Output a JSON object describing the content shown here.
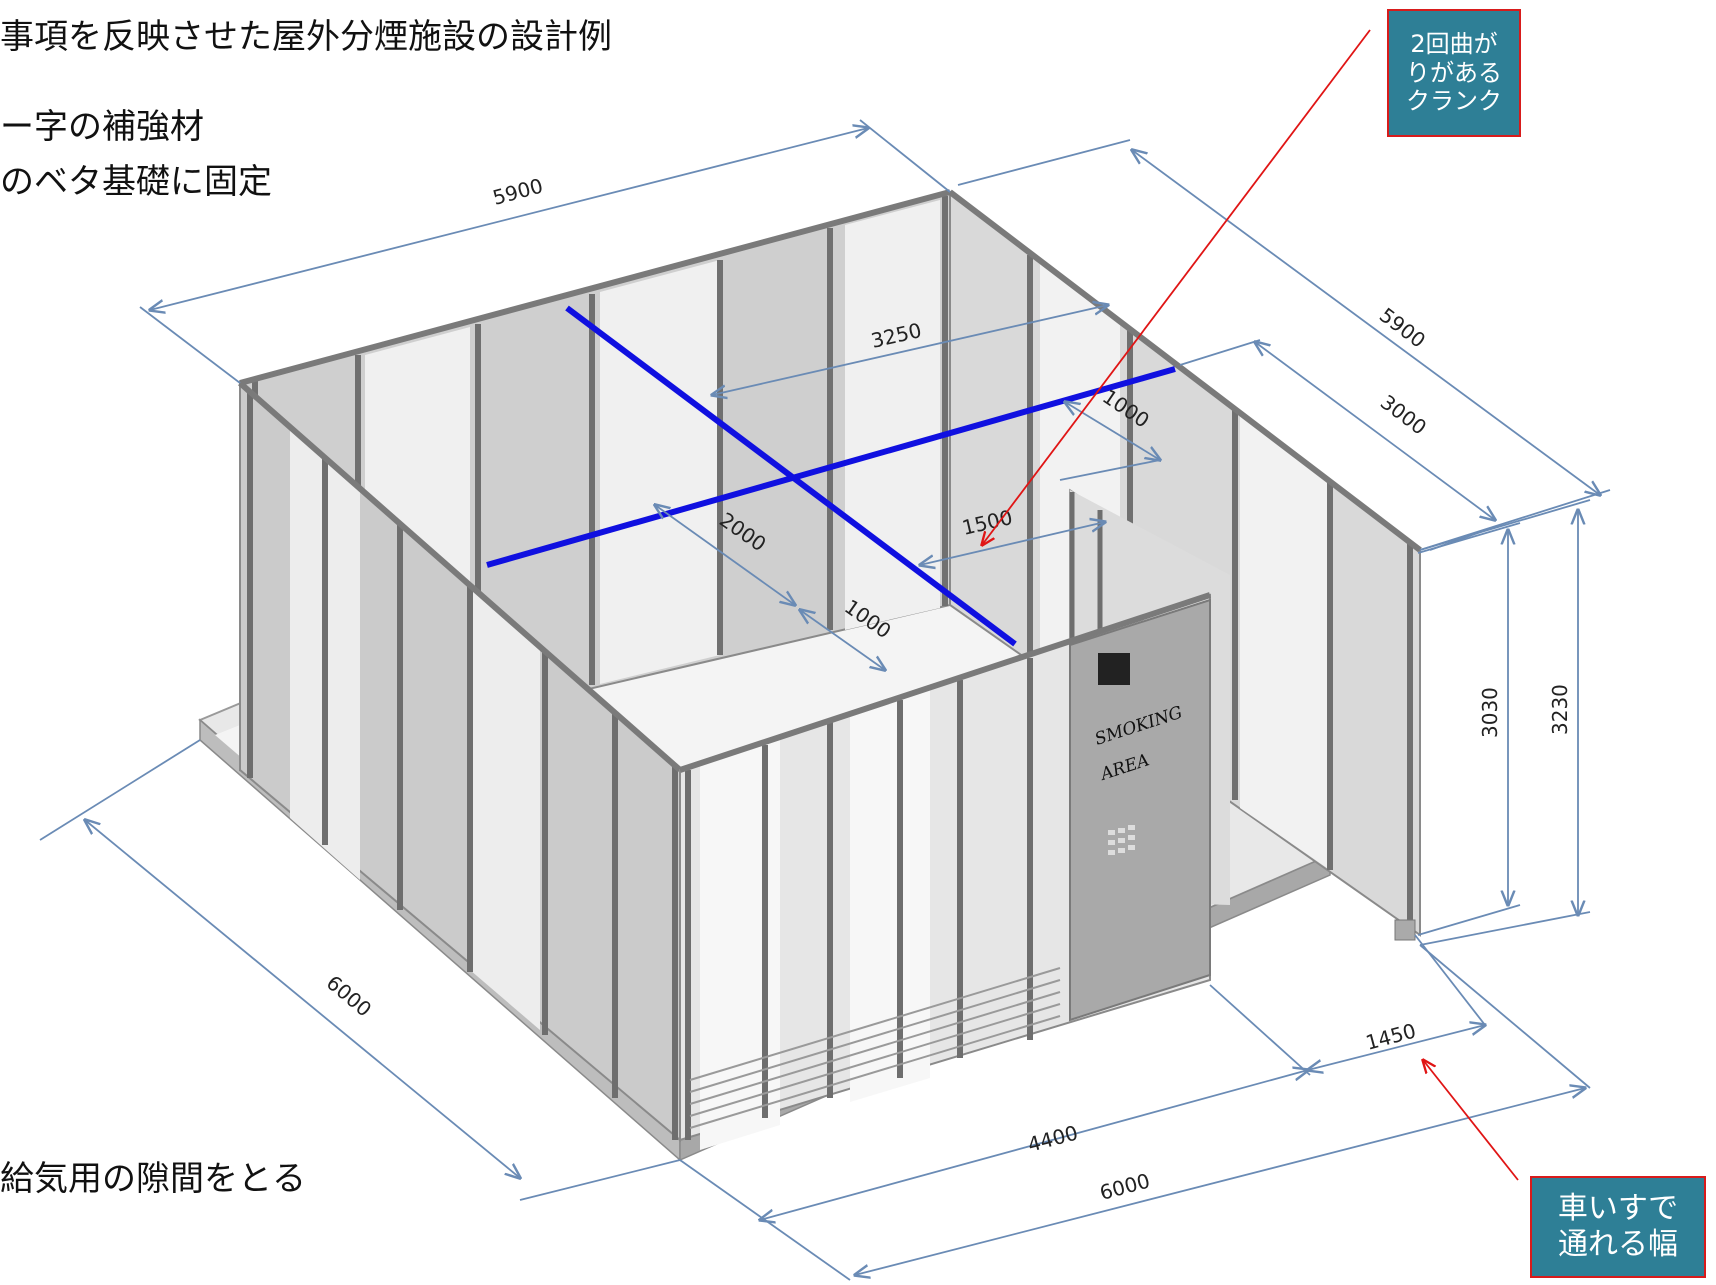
{
  "texts": {
    "heading": "事項を反映させた屋外分煙施設の設計例",
    "note_reinforcement": "ー字の補強材",
    "note_foundation": "のベタ基礎に固定",
    "note_gap": "給気用の隙間をとる"
  },
  "callouts": {
    "crank": "2回曲が\nりがある\nクランク",
    "wheelchair": "車いすで\n通れる幅"
  },
  "dimensions": {
    "top_width": "5900",
    "right_depth": "5900",
    "inner_3250": "3250",
    "right_3000": "3000",
    "inner_1000_upper": "1000",
    "inner_1500": "1500",
    "inner_2000": "2000",
    "inner_1000_lower": "1000",
    "height_3030": "3030",
    "height_3230": "3230",
    "left_6000": "6000",
    "front_4400": "4400",
    "front_1450": "1450",
    "front_6000": "6000"
  },
  "sign": {
    "line1": "SMOKING",
    "line2": "AREA"
  },
  "colors": {
    "dimension_line": "#6a8bb5",
    "reinforcement": "#1010e0",
    "pointer": "#e01515",
    "callout_fill": "#2e7f96",
    "callout_border": "#d81b1b",
    "frame": "#8a8a8a",
    "panel": "#d6d6d6"
  }
}
